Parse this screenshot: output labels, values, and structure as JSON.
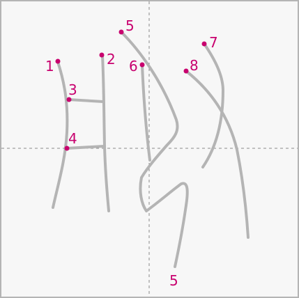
{
  "diagram": {
    "labels": [
      {
        "id": "1",
        "text": "1"
      },
      {
        "id": "2",
        "text": "2"
      },
      {
        "id": "3",
        "text": "3"
      },
      {
        "id": "4",
        "text": "4"
      },
      {
        "id": "5-start",
        "text": "5"
      },
      {
        "id": "6",
        "text": "6"
      },
      {
        "id": "7",
        "text": "7"
      },
      {
        "id": "8",
        "text": "8"
      },
      {
        "id": "5-end",
        "text": "5"
      }
    ],
    "colors": {
      "background": "#f7f7f7",
      "border": "#b4b4b4",
      "stroke": "#b4b4b4",
      "marker": "#c8006e",
      "guide": "#8a8a8a"
    }
  }
}
